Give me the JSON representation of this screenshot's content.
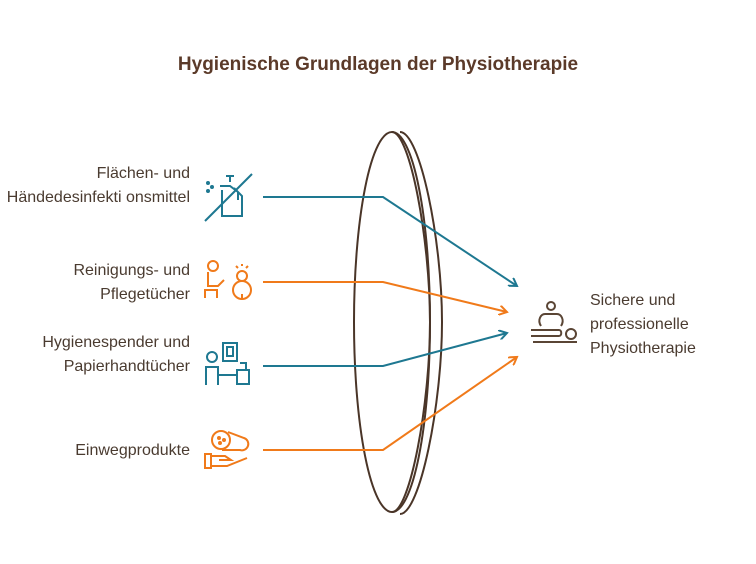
{
  "title": "Hygienische Grundlagen der Physiotherapie",
  "inputs": [
    {
      "label": "Flächen- und Händedesinfekti onsmittel",
      "icon": "disinfectant-spray-icon",
      "color": "#1e7891"
    },
    {
      "label": "Reinigungs- und Pflegetücher",
      "icon": "caregiver-icon",
      "color": "#f07a1a"
    },
    {
      "label": "Hygienespender und Papierhandtücher",
      "icon": "dispenser-icon",
      "color": "#1e7891"
    },
    {
      "label": "Einwegprodukte",
      "icon": "hand-with-item-icon",
      "color": "#f07a1a"
    }
  ],
  "output": {
    "label": "Sichere und professionelle Physiotherapie",
    "icon": "massage-therapy-icon",
    "color": "#5a4535"
  }
}
